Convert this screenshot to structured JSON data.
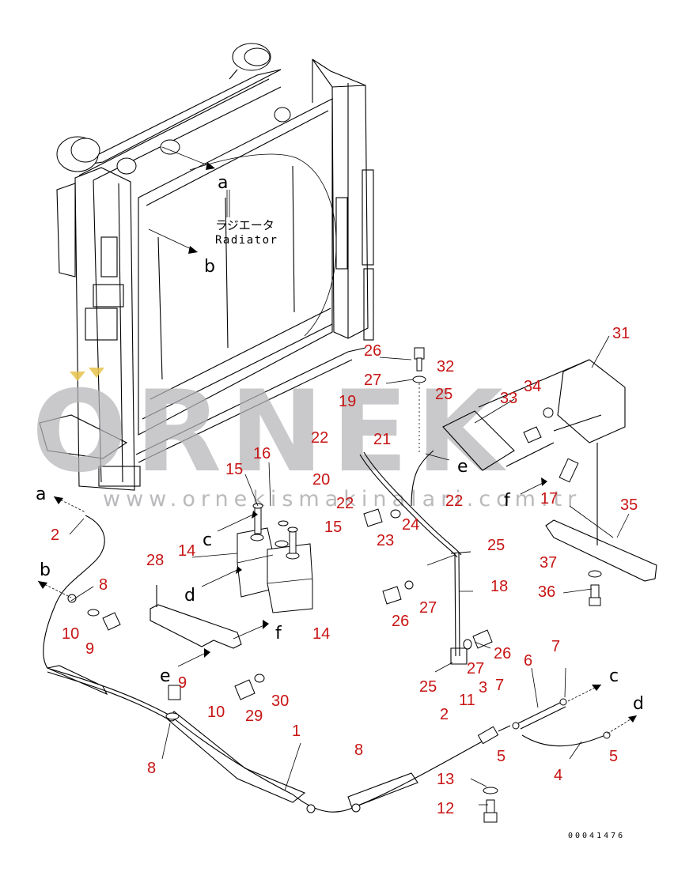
{
  "radiator_label_jp": "ラジエータ",
  "radiator_label_en": "Radiator",
  "document_number": "00041476",
  "watermark": {
    "brand": "ORNEK",
    "url": "www.ornekismakinalari.com.tr"
  },
  "colors": {
    "callout": "#c81414",
    "line": "#000000",
    "watermark": "#b5b5b8"
  },
  "view_letters": [
    {
      "id": "a1",
      "text": "a"
    },
    {
      "id": "b1",
      "text": "b"
    },
    {
      "id": "a2",
      "text": "a"
    },
    {
      "id": "b2",
      "text": "b"
    },
    {
      "id": "c1",
      "text": "c"
    },
    {
      "id": "d1",
      "text": "d"
    },
    {
      "id": "e1",
      "text": "e"
    },
    {
      "id": "f1",
      "text": "f"
    },
    {
      "id": "e2",
      "text": "e"
    },
    {
      "id": "f2",
      "text": "f"
    },
    {
      "id": "c2",
      "text": "c"
    },
    {
      "id": "d2",
      "text": "d"
    }
  ],
  "callouts": [
    {
      "id": "c26a",
      "text": "26"
    },
    {
      "id": "c27a",
      "text": "27"
    },
    {
      "id": "c32",
      "text": "32"
    },
    {
      "id": "c31",
      "text": "31"
    },
    {
      "id": "c25a",
      "text": "25"
    },
    {
      "id": "c33",
      "text": "33"
    },
    {
      "id": "c34",
      "text": "34"
    },
    {
      "id": "c19",
      "text": "19"
    },
    {
      "id": "c21",
      "text": "21"
    },
    {
      "id": "c22a",
      "text": "22"
    },
    {
      "id": "c16",
      "text": "16"
    },
    {
      "id": "c15a",
      "text": "15"
    },
    {
      "id": "c20",
      "text": "20"
    },
    {
      "id": "c22b",
      "text": "22"
    },
    {
      "id": "c17",
      "text": "17"
    },
    {
      "id": "c35",
      "text": "35"
    },
    {
      "id": "c22c",
      "text": "22"
    },
    {
      "id": "c15b",
      "text": "15"
    },
    {
      "id": "c14a",
      "text": "14"
    },
    {
      "id": "c23",
      "text": "23"
    },
    {
      "id": "c24",
      "text": "24"
    },
    {
      "id": "c2a",
      "text": "2"
    },
    {
      "id": "c25b",
      "text": "25"
    },
    {
      "id": "c28",
      "text": "28"
    },
    {
      "id": "c37",
      "text": "37"
    },
    {
      "id": "c8a",
      "text": "8"
    },
    {
      "id": "c18",
      "text": "18"
    },
    {
      "id": "c36",
      "text": "36"
    },
    {
      "id": "c26b",
      "text": "26"
    },
    {
      "id": "c27b",
      "text": "27"
    },
    {
      "id": "c10a",
      "text": "10"
    },
    {
      "id": "c9a",
      "text": "9"
    },
    {
      "id": "c14b",
      "text": "14"
    },
    {
      "id": "c26c",
      "text": "26"
    },
    {
      "id": "c27c",
      "text": "27"
    },
    {
      "id": "c6",
      "text": "6"
    },
    {
      "id": "c7a",
      "text": "7"
    },
    {
      "id": "c25c",
      "text": "25"
    },
    {
      "id": "c9b",
      "text": "9"
    },
    {
      "id": "c3",
      "text": "3"
    },
    {
      "id": "c7b",
      "text": "7"
    },
    {
      "id": "c30",
      "text": "30"
    },
    {
      "id": "c11",
      "text": "11"
    },
    {
      "id": "c10b",
      "text": "10"
    },
    {
      "id": "c29",
      "text": "29"
    },
    {
      "id": "c2b",
      "text": "2"
    },
    {
      "id": "c5a",
      "text": "5"
    },
    {
      "id": "c1",
      "text": "1"
    },
    {
      "id": "c5b",
      "text": "5"
    },
    {
      "id": "c8b",
      "text": "8"
    },
    {
      "id": "c4",
      "text": "4"
    },
    {
      "id": "c8c",
      "text": "8"
    },
    {
      "id": "c13",
      "text": "13"
    },
    {
      "id": "c12",
      "text": "12"
    }
  ]
}
